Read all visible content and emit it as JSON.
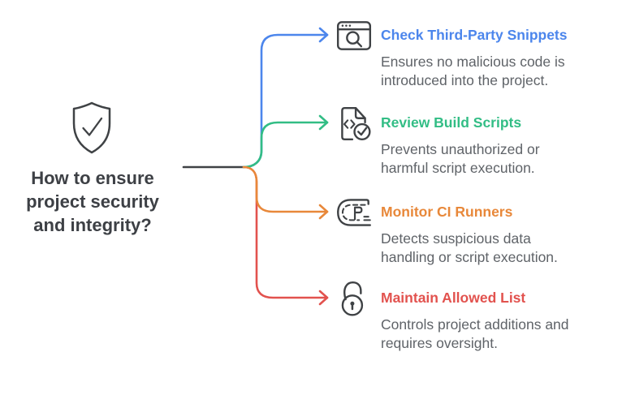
{
  "central": {
    "icon": "shield-check-icon",
    "title_lines": [
      "How to ensure",
      "project security",
      "and integrity?"
    ]
  },
  "colors": {
    "trunk_dark": "#3f4245",
    "heading_text": "#3d4045",
    "description_text": "#5f6368",
    "branch_blue": "#4c86ec",
    "branch_green": "#32bd85",
    "branch_orange": "#e8883a",
    "branch_red": "#e2524e"
  },
  "branches": [
    {
      "icon": "browser-search-icon",
      "color": "#4c86ec",
      "title": "Check Third-Party Snippets",
      "desc_lines": [
        "Ensures no malicious code is",
        "introduced into the project."
      ]
    },
    {
      "icon": "code-file-check-icon",
      "color": "#32bd85",
      "title": "Review Build Scripts",
      "desc_lines": [
        "Prevents unauthorized or",
        "harmful script execution."
      ]
    },
    {
      "icon": "ci-runner-icon",
      "color": "#e8883a",
      "title": "Monitor CI Runners",
      "desc_lines": [
        "Detects suspicious data",
        "handling or script execution."
      ]
    },
    {
      "icon": "lock-open-icon",
      "color": "#e2524e",
      "title": "Maintain Allowed List",
      "desc_lines": [
        "Controls project additions and",
        "requires oversight."
      ]
    }
  ]
}
